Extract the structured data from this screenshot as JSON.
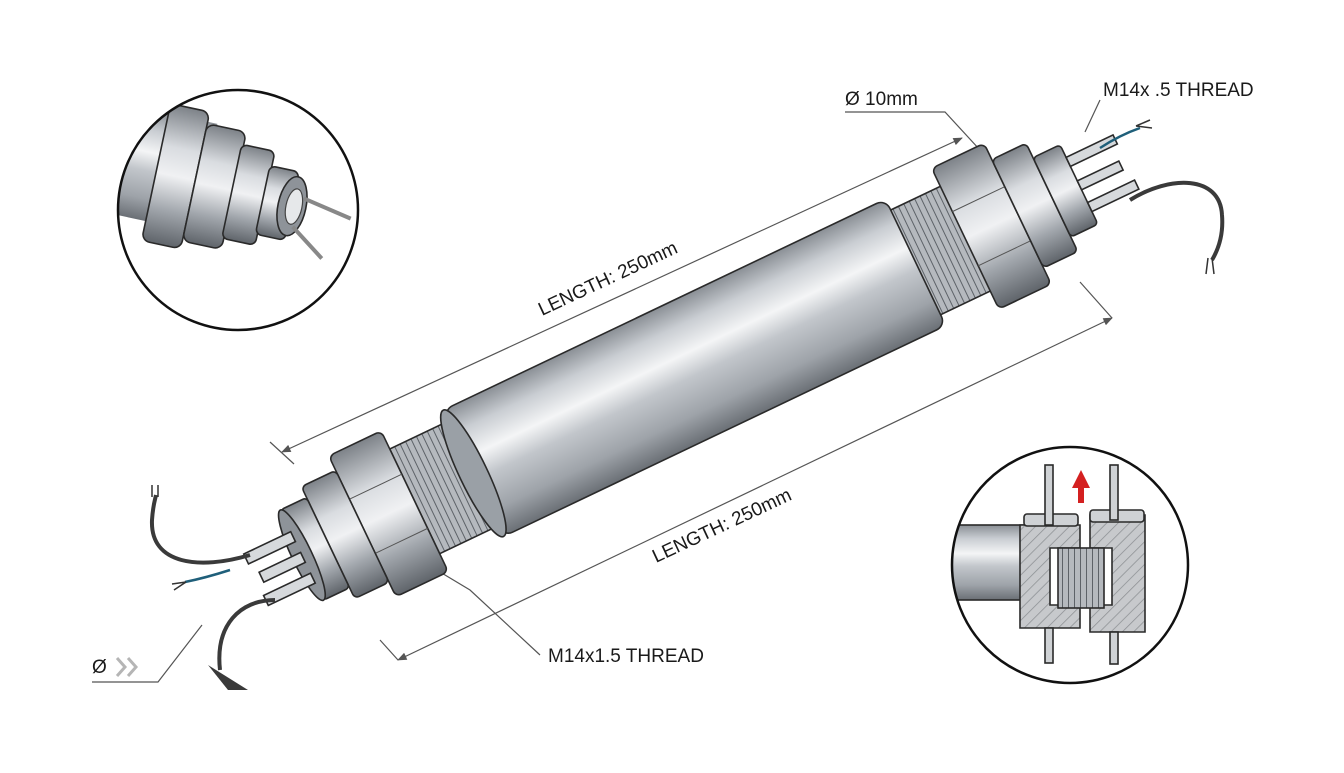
{
  "labels": {
    "dia_top": "Ø 10mm",
    "thread_top": "M14x .5 THREAD",
    "length_top": "LENGTH: 250mm",
    "length_bottom": "LENGTH: 250mm",
    "thread_bottom": "M14x1.5 THREAD",
    "dia_bottom": "Ø"
  },
  "colors": {
    "steel_light": "#eef0f2",
    "steel_mid": "#b9bdc2",
    "steel_dark": "#6f747a",
    "wire": "#3a3a3a",
    "wire_blue": "#1f5f7a",
    "arrow_red": "#d42020",
    "hatch": "#8c8f93"
  },
  "icons": {
    "chevrons": "double-chevron-right-icon",
    "arrow_up": "arrow-up-icon",
    "curved_arrow": "curved-arrow-icon"
  }
}
